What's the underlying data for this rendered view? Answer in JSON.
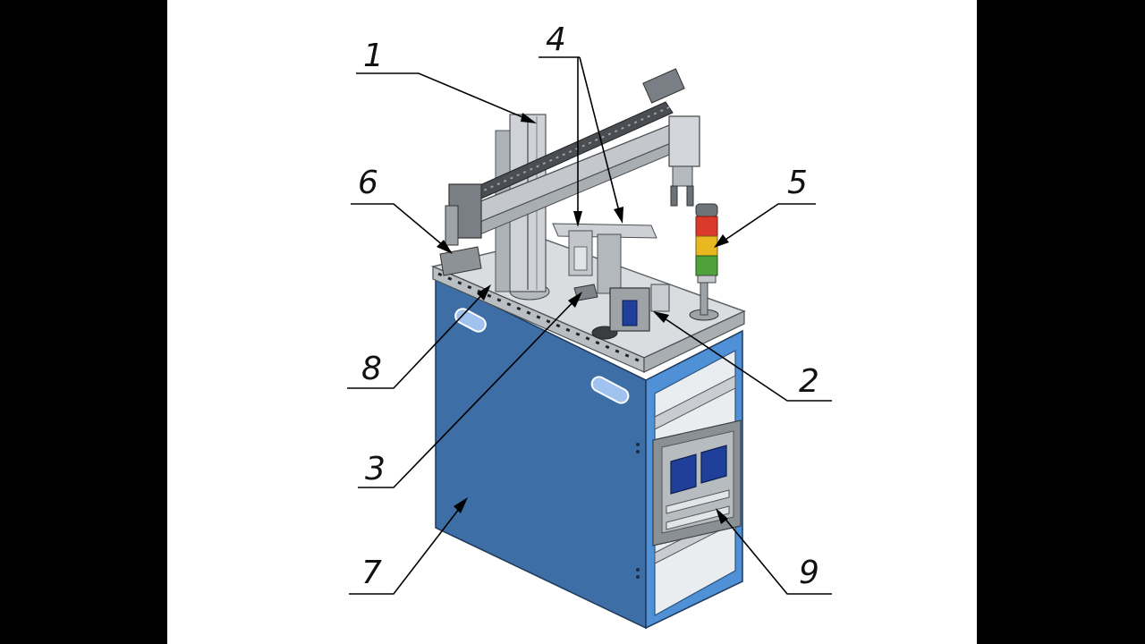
{
  "diagram": {
    "callouts": [
      "1",
      "2",
      "3",
      "4",
      "5",
      "6",
      "7",
      "8",
      "9"
    ]
  },
  "colors": {
    "cabinet_blue": "#3d6ea6",
    "frame_blue": "#4f90d6",
    "tabletop_gray": "#d9dde0",
    "beam_gray": "#c4c8cc",
    "dark_gray": "#6f7479",
    "signal_red": "#d93a2b",
    "signal_yellow": "#e8b820",
    "signal_green": "#4fa23a",
    "screen_blue": "#1f3f9a"
  }
}
